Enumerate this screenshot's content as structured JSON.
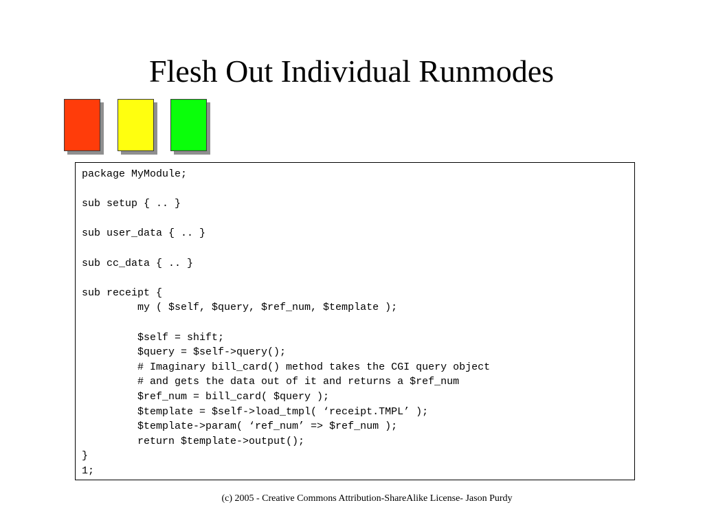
{
  "slide": {
    "title": "Flesh Out Individual Runmodes",
    "code": "package MyModule;\n\nsub setup { .. }\n\nsub user_data { .. }\n\nsub cc_data { .. }\n\nsub receipt {\n         my ( $self, $query, $ref_num, $template );\n\n         $self = shift;\n         $query = $self->query();\n         # Imaginary bill_card() method takes the CGI query object\n         # and gets the data out of it and returns a $ref_num\n         $ref_num = bill_card( $query );\n         $template = $self->load_tmpl( ‘receipt.TMPL’ );\n         $template->param( ‘ref_num’ => $ref_num );\n         return $template->output();\n}\n1;",
    "footer": "(c) 2005 - Creative Commons Attribution-ShareAlike License- Jason Purdy"
  },
  "colors": {
    "square_red": "#ff3c0a",
    "square_yellow": "#ffff0f",
    "square_green": "#0aff0a",
    "shadow": "#8f8f8f"
  }
}
